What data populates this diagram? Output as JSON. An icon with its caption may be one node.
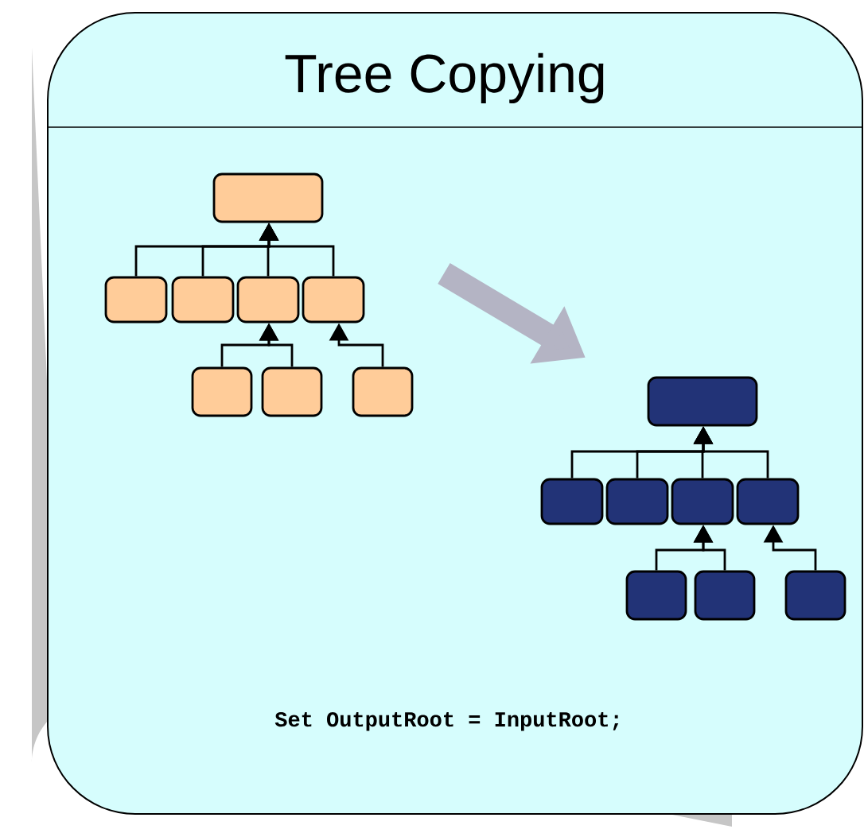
{
  "diagram": {
    "nodes": [
      {
        "text": [
          "Tree Copying",
          "Set OutputRoot = InputRoot;"
        ]
      },
      {
        "text": [],
        "shape": "box",
        "in": 0
      },
      {
        "text": [],
        "shape": "box",
        "in": 0
      },
      {
        "text": [],
        "shape": "box",
        "in": 0
      },
      {
        "text": [],
        "shape": "box",
        "in": 0
      },
      {
        "text": [],
        "shape": "box",
        "in": 0
      },
      {
        "text": [],
        "shape": "box",
        "in": 0
      },
      {
        "text": [],
        "shape": "box",
        "in": 0
      },
      {
        "text": [],
        "shape": "box",
        "in": 0
      },
      {
        "text": [],
        "shape": "box",
        "in": 0
      },
      {
        "text": [],
        "shape": "box",
        "in": 0
      },
      {
        "text": [],
        "shape": "box",
        "in": 0
      },
      {
        "text": [],
        "shape": "box",
        "in": 0
      },
      {
        "text": [],
        "shape": "box",
        "in": 0
      },
      {
        "text": [],
        "shape": "box",
        "in": 0
      },
      {
        "text": [],
        "shape": "box",
        "in": 0
      },
      {
        "text": [],
        "shape": "box",
        "in": 0
      }
    ],
    "edges": [
      {
        "from": 2,
        "to": 1,
        "arrow": "to"
      },
      {
        "from": 3,
        "to": 1,
        "arrow": "to"
      },
      {
        "from": 4,
        "to": 1,
        "arrow": "to"
      },
      {
        "from": 5,
        "to": 1,
        "arrow": "to"
      },
      {
        "from": 6,
        "to": 4,
        "arrow": "to"
      },
      {
        "from": 7,
        "to": 4,
        "arrow": "to"
      },
      {
        "from": 8,
        "to": 5,
        "arrow": "to"
      },
      {
        "from": 10,
        "to": 9,
        "arrow": "to"
      },
      {
        "from": 11,
        "to": 9,
        "arrow": "to"
      },
      {
        "from": 12,
        "to": 9,
        "arrow": "to"
      },
      {
        "from": 13,
        "to": 9,
        "arrow": "to"
      },
      {
        "from": 14,
        "to": 12,
        "arrow": "to"
      },
      {
        "from": 15,
        "to": 12,
        "arrow": "to"
      },
      {
        "from": 16,
        "to": 13,
        "arrow": "to"
      }
    ]
  }
}
